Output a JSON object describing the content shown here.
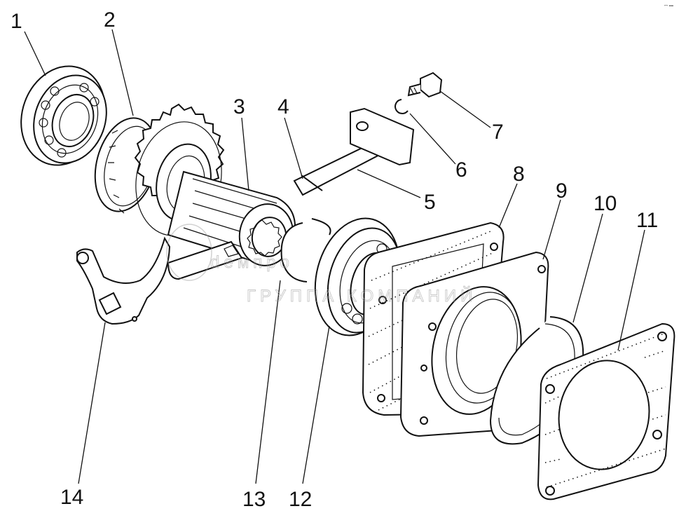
{
  "diagram": {
    "callouts": [
      {
        "id": "1",
        "text": "1"
      },
      {
        "id": "2",
        "text": "2"
      },
      {
        "id": "3",
        "text": "3"
      },
      {
        "id": "4",
        "text": "4"
      },
      {
        "id": "5",
        "text": "5"
      },
      {
        "id": "6",
        "text": "6"
      },
      {
        "id": "7",
        "text": "7"
      },
      {
        "id": "8",
        "text": "8"
      },
      {
        "id": "9",
        "text": "9"
      },
      {
        "id": "10",
        "text": "10"
      },
      {
        "id": "11",
        "text": "11"
      },
      {
        "id": "12",
        "text": "12"
      },
      {
        "id": "13",
        "text": "13"
      },
      {
        "id": "14",
        "text": "14"
      }
    ]
  },
  "watermark": {
    "logo_text": "dемпро",
    "subtitle": "ГРУППА КОМПАНИЙ"
  },
  "corner_mark": "ꟷ ▪▪▪",
  "colors": {
    "ink": "#111111",
    "background": "#ffffff",
    "watermark": "#9a9a9a"
  }
}
